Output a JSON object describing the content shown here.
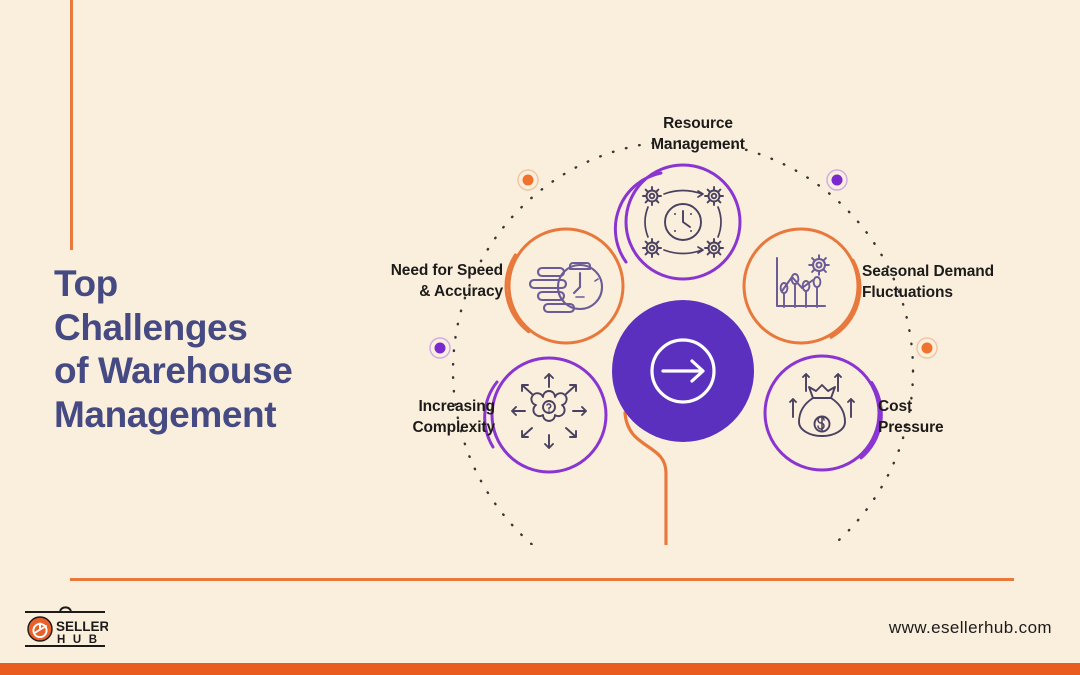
{
  "page": {
    "background_color": "#faefdd",
    "accent_orange": "#e8783c",
    "accent_purple": "#5b30be",
    "heading_color": "#464a83",
    "label_color": "#1d1b1a",
    "bottom_bar_color": "#ea5b1f"
  },
  "headline": {
    "line1": "Top",
    "line2": "Challenges",
    "line3": "of Warehouse",
    "line4": "Management"
  },
  "center": {
    "icon": "arrow-right-in-circle-icon",
    "fill_color": "#5b30be"
  },
  "nodes": [
    {
      "id": "resource-management",
      "label": "Resource\nManagement",
      "icon": "gears-clock-icon",
      "ring_color": "#8a35d0"
    },
    {
      "id": "need-for-speed-accuracy",
      "label": "Need for Speed\n& Accuracy",
      "icon": "stopwatch-speed-icon",
      "ring_color": "#e8783c"
    },
    {
      "id": "seasonal-demand-fluctuations",
      "label": "Seasonal Demand\nFluctuations",
      "icon": "chart-gear-icon",
      "ring_color": "#e8783c"
    },
    {
      "id": "increasing-complexity",
      "label": "Increasing\nComplexity",
      "icon": "brain-question-arrows-icon",
      "ring_color": "#8a35d0"
    },
    {
      "id": "cost-pressure",
      "label": "Cost\nPressure",
      "icon": "money-bag-rising-arrows-icon",
      "ring_color": "#8a35d0"
    }
  ],
  "markers": [
    {
      "id": "marker-top-left",
      "color": "#f0722c"
    },
    {
      "id": "marker-top-right",
      "color": "#7a28cf"
    },
    {
      "id": "marker-left",
      "color": "#7a28cf"
    },
    {
      "id": "marker-right",
      "color": "#f0722c"
    }
  ],
  "footer": {
    "logo_name": "eSellerHub",
    "logo_word_top": "SELLER",
    "logo_word_bottom": "H U B",
    "logo_mark": "e-badge-icon",
    "url": "www.esellerhub.com"
  }
}
